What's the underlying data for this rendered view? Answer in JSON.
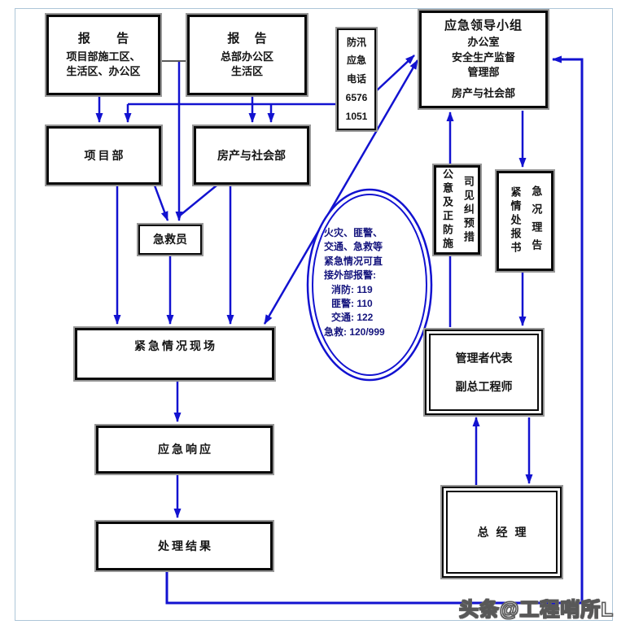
{
  "flowchart": {
    "nodes": {
      "report_project": {
        "title": "报 告",
        "line1": "项目部施工区、",
        "line2": "生活区、办公区"
      },
      "report_hq": {
        "title": "报 告",
        "line1": "总部办公区",
        "line2": "生活区"
      },
      "flood_phone": {
        "line1": "防汛",
        "line2": "应急",
        "line3": "电话",
        "line4": "6576",
        "line5": "1051"
      },
      "leader_group": {
        "line1": "应急领导小组",
        "line2": "办公室",
        "line3": "安全生产监督",
        "line4": "管理部",
        "line5": "房产与社会部"
      },
      "project_dept": {
        "label": "项目部"
      },
      "estate_social_dept": {
        "label": "房产与社会部"
      },
      "first_aider": {
        "label": "急救员"
      },
      "corrective_measures": {
        "col_left": "公意及正防施",
        "col_right": "司见纠预措"
      },
      "emergency_report_doc": {
        "col_left": "紧情处报书",
        "col_right": "急况理告"
      },
      "emergency_scene": {
        "label": "紧急情况现场"
      },
      "emergency_response": {
        "label": "应急响应"
      },
      "handling_result": {
        "label": "处理结果"
      },
      "manager_rep": {
        "line1": "管理者代表",
        "line2": "副总工程师"
      },
      "general_manager": {
        "label": "总经理"
      },
      "external_call_oval": {
        "line1": "火灾、匪警、",
        "line2": "交通、急救等",
        "line3": "紧急情况可直",
        "line4": "接外部报警:",
        "line5": "消防: 119",
        "line6": "匪警: 110",
        "line7": "交通: 122",
        "line8": "急救: 120/999"
      }
    },
    "colors": {
      "line_blue": "#1212d0",
      "border_black": "#0a0a0a",
      "border_gray": "#979797",
      "oval_text_navy": "#14147d",
      "frame_blue": "#adc6d8"
    },
    "watermark": "头条@工程哨所L"
  }
}
